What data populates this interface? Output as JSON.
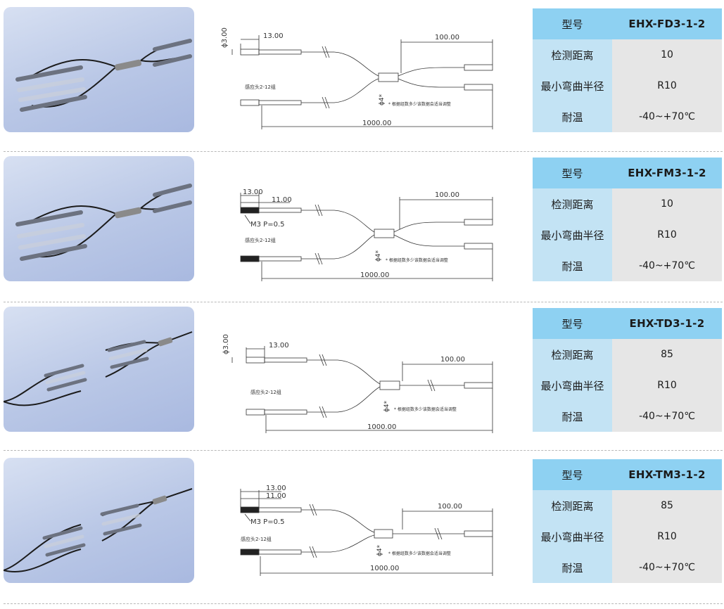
{
  "labels": {
    "model": "型号",
    "distance": "检测距离",
    "bend_radius": "最小弯曲半径",
    "temperature": "耐温"
  },
  "products": [
    {
      "model": "EHX-FD3-1-2",
      "distance": "10",
      "bend_radius": "R10",
      "temperature": "-40~+70℃",
      "drawing": {
        "diameter": "ϕ3.00",
        "head_length": "13.00",
        "thread": "",
        "thread_length": "",
        "branch_length": "100.00",
        "total_length": "1000.00",
        "sleeve": "ϕ4*",
        "head_note": "感应头2-12组",
        "note": "* 根据组数多少该数据会适当调整"
      }
    },
    {
      "model": "EHX-FM3-1-2",
      "distance": "10",
      "bend_radius": "R10",
      "temperature": "-40~+70℃",
      "drawing": {
        "diameter": "",
        "head_length": "13.00",
        "thread": "M3 P=0.5",
        "thread_length": "11.00",
        "branch_length": "100.00",
        "total_length": "1000.00",
        "sleeve": "ϕ4*",
        "head_note": "感应头2-12组",
        "note": "* 根据组数多少该数据会适当调整"
      }
    },
    {
      "model": "EHX-TD3-1-2",
      "distance": "85",
      "bend_radius": "R10",
      "temperature": "-40~+70℃",
      "drawing": {
        "diameter": "ϕ3.00",
        "head_length": "13.00",
        "thread": "",
        "thread_length": "",
        "branch_length": "100.00",
        "total_length": "1000.00",
        "sleeve": "ϕ4*",
        "head_note": "感应头2-12组",
        "note": "* 根据组数多少该数据会适当调整"
      }
    },
    {
      "model": "EHX-TM3-1-2",
      "distance": "85",
      "bend_radius": "R10",
      "temperature": "-40~+70℃",
      "drawing": {
        "diameter": "",
        "head_length": "13.00",
        "thread": "M3 P=0.5",
        "thread_length": "11.00",
        "branch_length": "100.00",
        "total_length": "1000.00",
        "sleeve": "ϕ4*",
        "head_note": "感应头2-12组",
        "note": "* 根据组数多少该数据会适当调整"
      }
    }
  ],
  "colors": {
    "header": "#8ed1f2",
    "label_cell": "#c3e3f4",
    "value_cell": "#e6e6e6",
    "photo_bg": "#b9c7e6"
  }
}
